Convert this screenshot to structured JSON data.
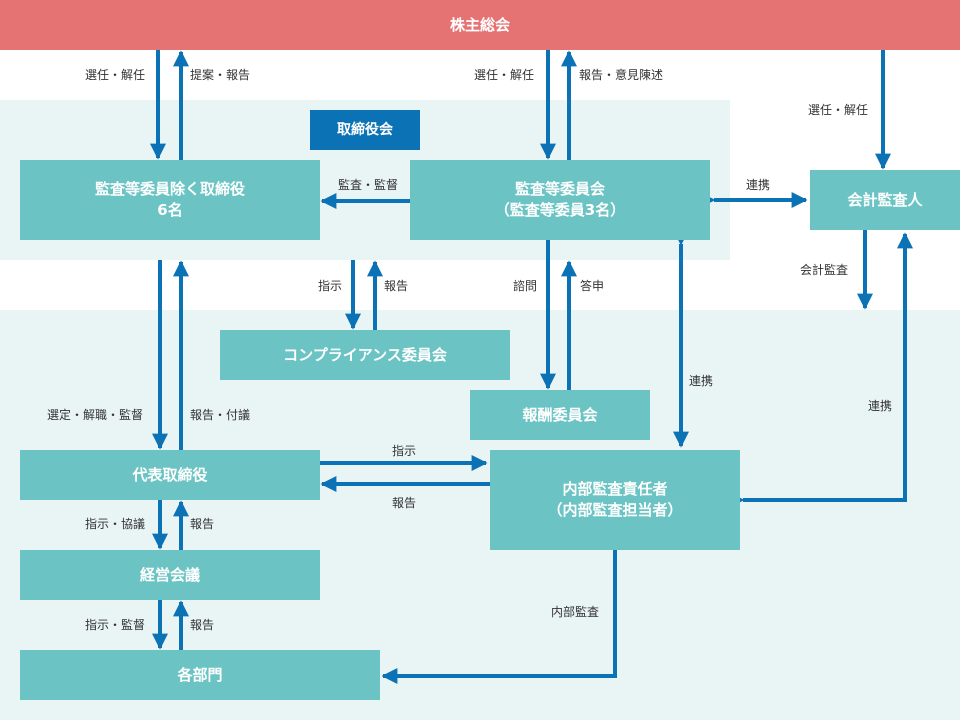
{
  "shareholders": "株主総会",
  "board_label": "取締役会",
  "directors": {
    "line1": "監査等委員除く取締役",
    "line2": "6名"
  },
  "audit_committee": {
    "line1": "監査等委員会",
    "line2": "（監査等委員3名）"
  },
  "accounting_auditor": "会計監査人",
  "compliance": "コンプライアンス委員会",
  "remuneration": "報酬委員会",
  "ceo": "代表取締役",
  "internal_audit": {
    "line1": "内部監査責任者",
    "line2": "（内部監査担当者）"
  },
  "management": "経営会議",
  "departments": "各部門",
  "labels": {
    "elect_dismiss_1": "選任・解任",
    "proposal_report": "提案・報告",
    "elect_dismiss_2": "選任・解任",
    "report_opinion": "報告・意見陳述",
    "elect_dismiss_3": "選任・解任",
    "audit_supervision": "監査・監督",
    "coordination_1": "連携",
    "instruction_1": "指示",
    "report_1": "報告",
    "consultation": "諮問",
    "reply": "答申",
    "accounting_audit": "会計監査",
    "coordination_2": "連携",
    "coordination_3": "連携",
    "select_dismiss_supervise": "選定・解職・監督",
    "report_deliberation": "報告・付議",
    "instruction_2": "指示",
    "report_2": "報告",
    "instruction_consult": "指示・協議",
    "report_3": "報告",
    "instruction_supervise": "指示・監督",
    "report_4": "報告",
    "internal_audit_flow": "内部監査"
  },
  "colors": {
    "shareholders": "#e57373",
    "box": "#6bc4c3",
    "board_tag": "#0b72b5",
    "arrow": "#0b72b5",
    "band": "#e9f5f5"
  }
}
